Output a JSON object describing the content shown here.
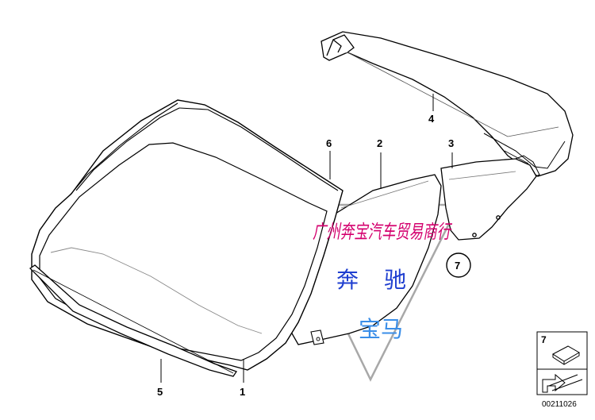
{
  "callouts": {
    "glass_1": "1",
    "door_glass_2": "2",
    "quarter_glass_3": "3",
    "rear_window_4": "4",
    "seal_5": "5",
    "trim_6": "6",
    "circled_7": "7"
  },
  "legend": {
    "item_label": "7",
    "diagram_id": "00211026"
  },
  "watermark": {
    "line1": "广州奔宝汽车贸易商行",
    "char_left": "奔",
    "char_right": "驰",
    "char_bottom": "宝马",
    "line_color": "#d4006e",
    "char_color": "#1f3fd0",
    "bottom_color": "#3a8ee8"
  },
  "colors": {
    "line": "#000000",
    "glass_tint": "#c8c8c8",
    "triangle": "#a8a8a8"
  }
}
